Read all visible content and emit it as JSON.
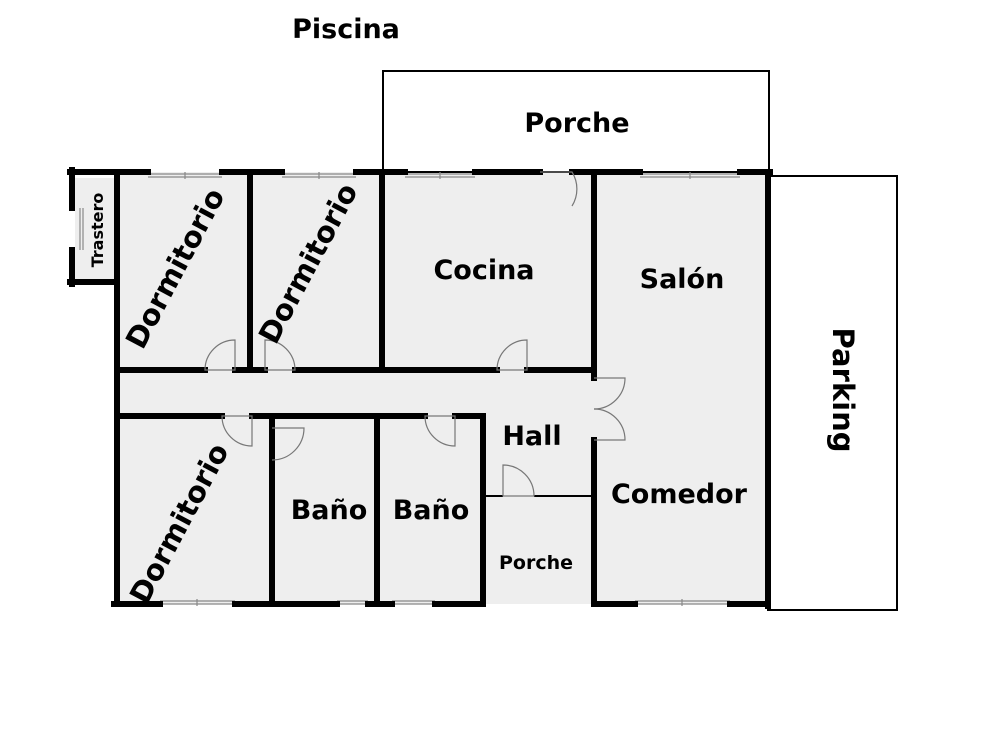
{
  "labels": {
    "piscina": "Piscina",
    "porche_top": "Porche",
    "trastero": "Trastero",
    "dormitorio_1": "Dormitorio",
    "dormitorio_2": "Dormitorio",
    "dormitorio_3": "Dormitorio",
    "cocina": "Cocina",
    "salon": "Salón",
    "parking": "Parking",
    "hall": "Hall",
    "comedor": "Comedor",
    "bano_1": "Baño",
    "bano_2": "Baño",
    "porche_small": "Porche"
  },
  "colors": {
    "floor": "#eeeeee",
    "wall": "#000000",
    "background": "#ffffff"
  }
}
